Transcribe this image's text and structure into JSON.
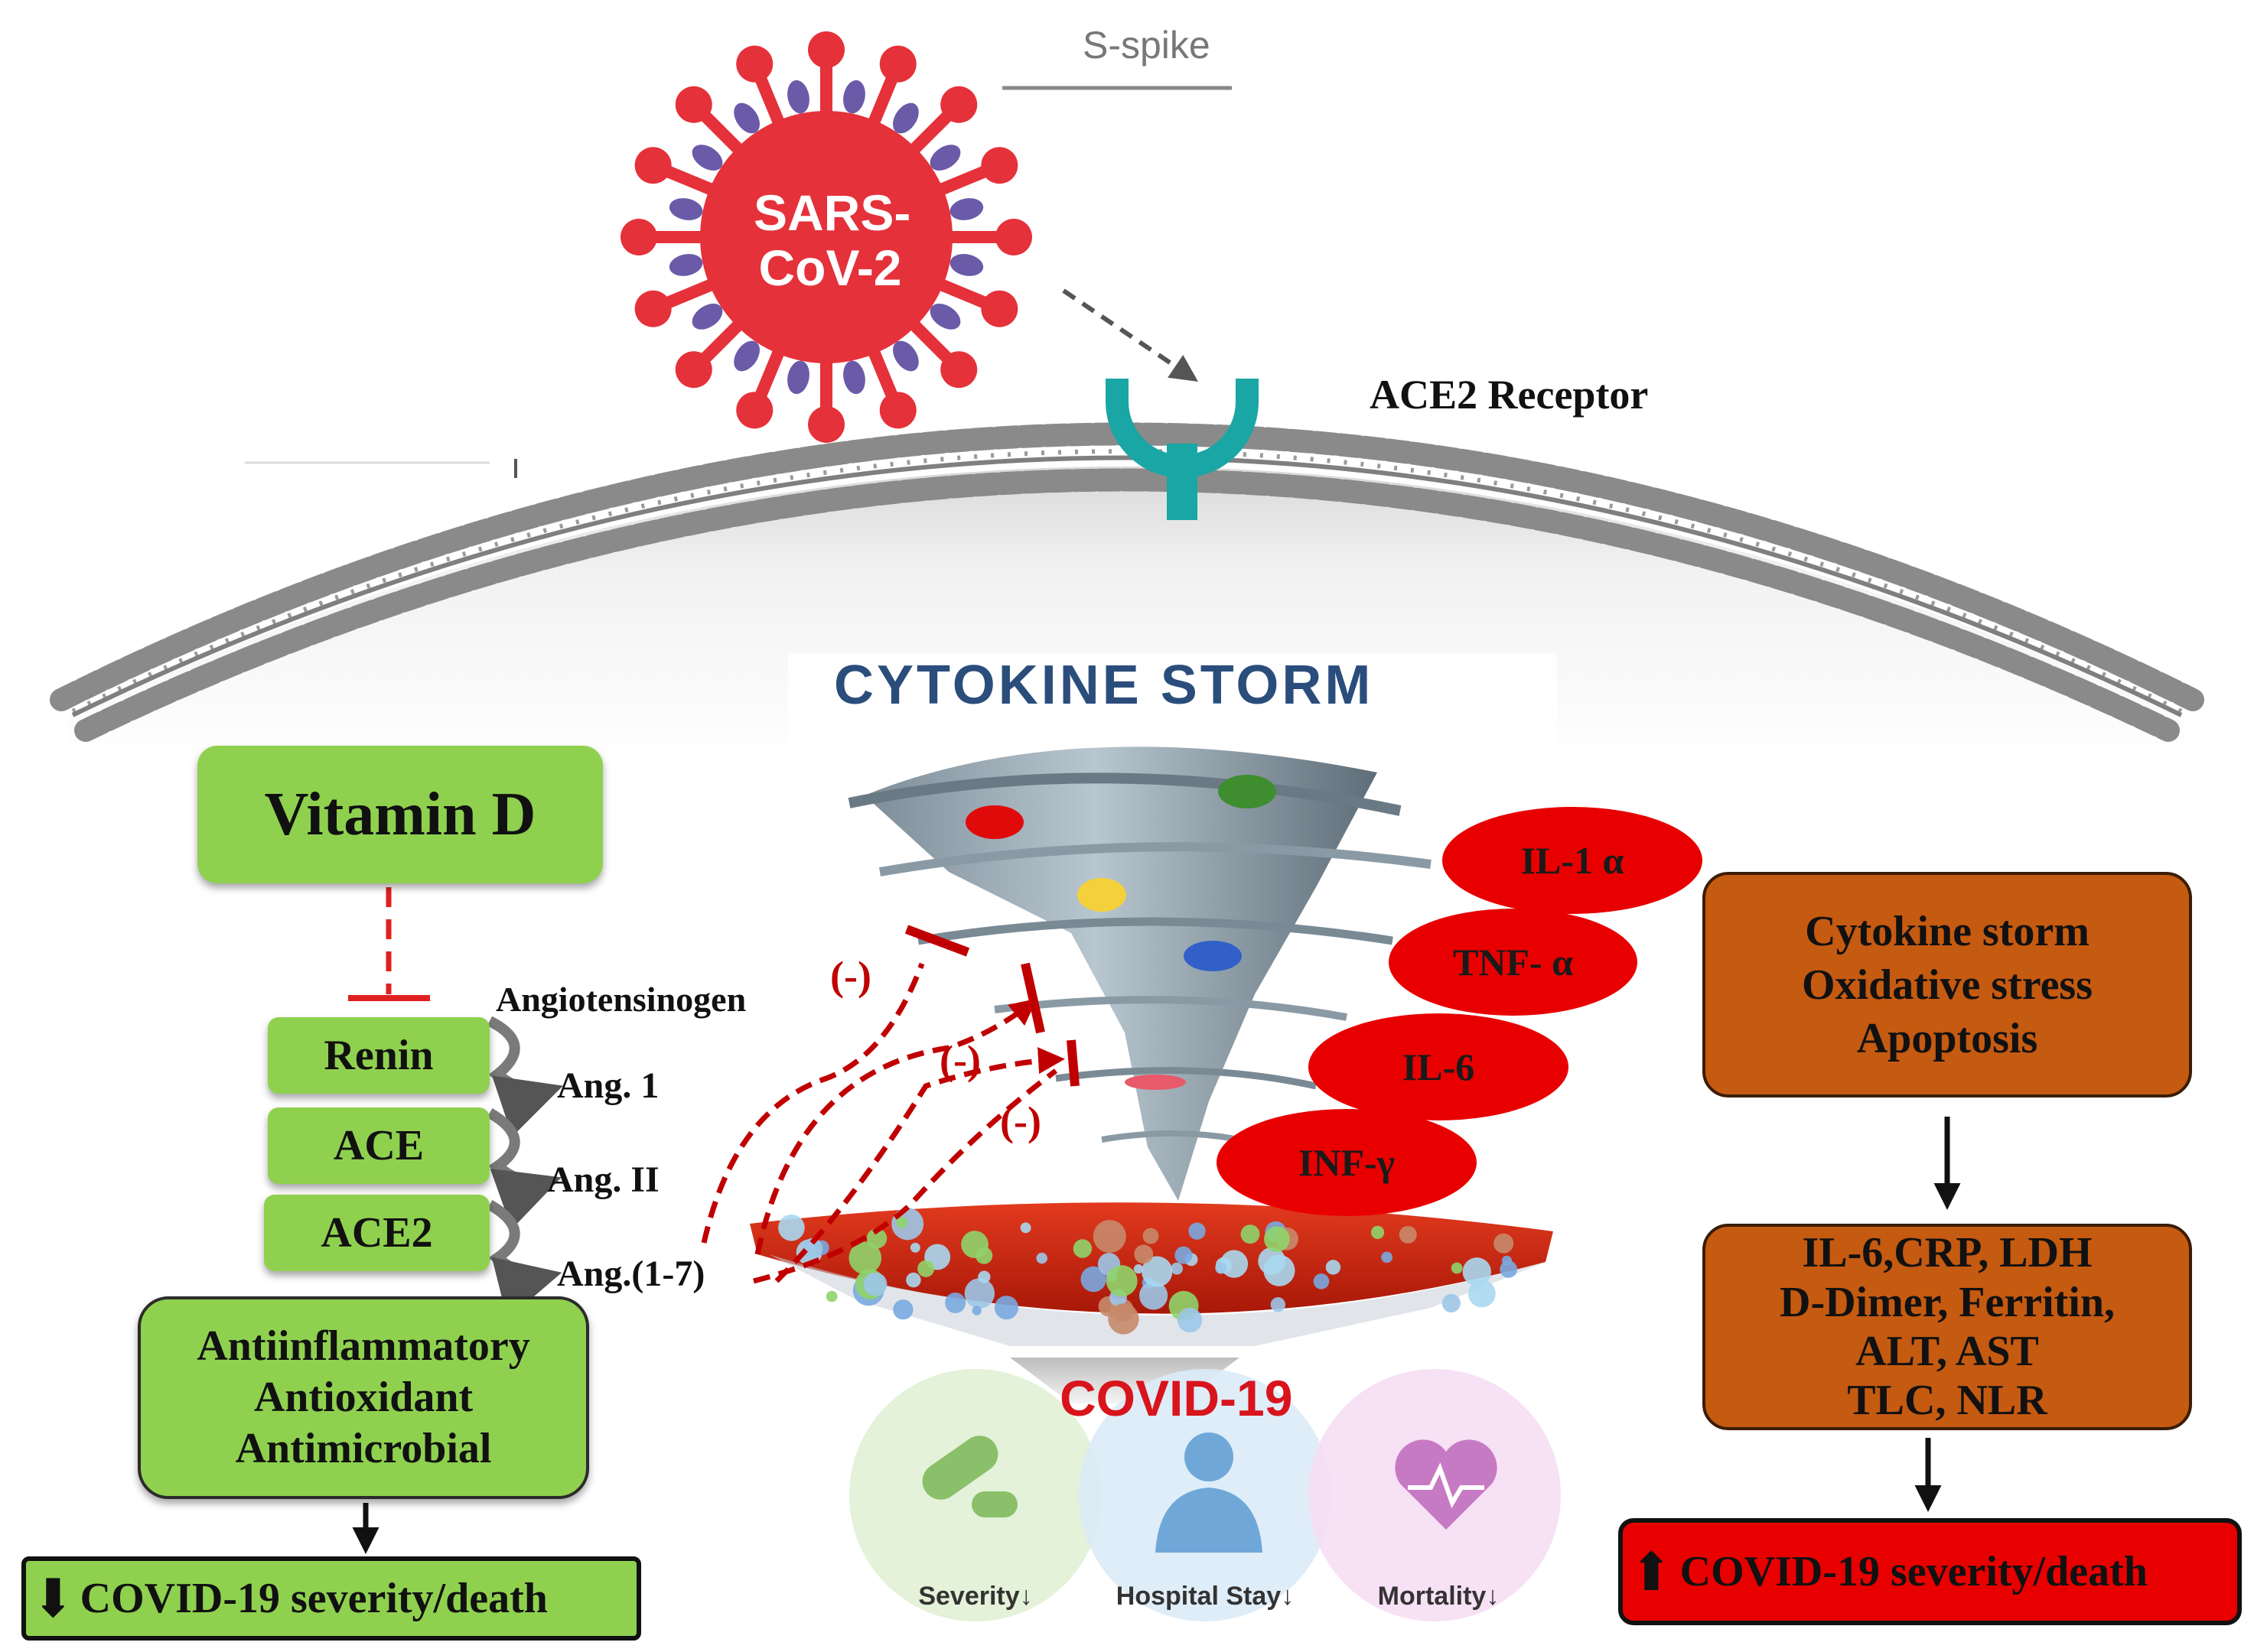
{
  "virus": {
    "spike_label": "S-spike",
    "name_line1": "SARS-",
    "name_line2": "CoV-2"
  },
  "receptor_label": "ACE2  Receptor",
  "vitamin_d": "Vitamin D",
  "raas": {
    "angiotensinogen": "Angiotensinogen",
    "enzymes": [
      "Renin",
      "ACE",
      "ACE2"
    ],
    "products": [
      "Ang. 1",
      "Ang. II",
      "Ang.(1-7)"
    ]
  },
  "effects": [
    "Antiinflammatory",
    "Antioxidant",
    "Antimicrobial"
  ],
  "outcome_low": "COVID-19 severity/death",
  "storm": {
    "title": "CYTOKINE STORM",
    "inhibition": "(-)"
  },
  "cytokines": [
    "IL-1 α",
    "TNF- α",
    "IL-6",
    "INF-γ"
  ],
  "covid_label": "COVID-19",
  "circles": [
    {
      "label": "Severity↓",
      "color": "#e3f2d8",
      "icon": "pill-icon"
    },
    {
      "label": "Hospital Stay↓",
      "color": "#dcebf7",
      "icon": "doctor-icon"
    },
    {
      "label": "Mortality↓",
      "color": "#f6def4",
      "icon": "heart-pulse-icon"
    }
  ],
  "consequences": [
    "Cytokine storm",
    "Oxidative stress",
    "Apoptosis"
  ],
  "markers": [
    "IL-6,CRP, LDH",
    "D-Dimer, Ferritin,",
    "ALT, AST",
    "TLC, NLR"
  ],
  "outcome_high": "COVID-19 severity/death",
  "colors": {
    "virus": "#e5313a",
    "spike_tip": "#6a5aa8",
    "receptor": "#1aa6a4",
    "green": "#8fd14f",
    "orange": "#c55a11",
    "red": "#e80000",
    "dashed": "#c00000"
  }
}
